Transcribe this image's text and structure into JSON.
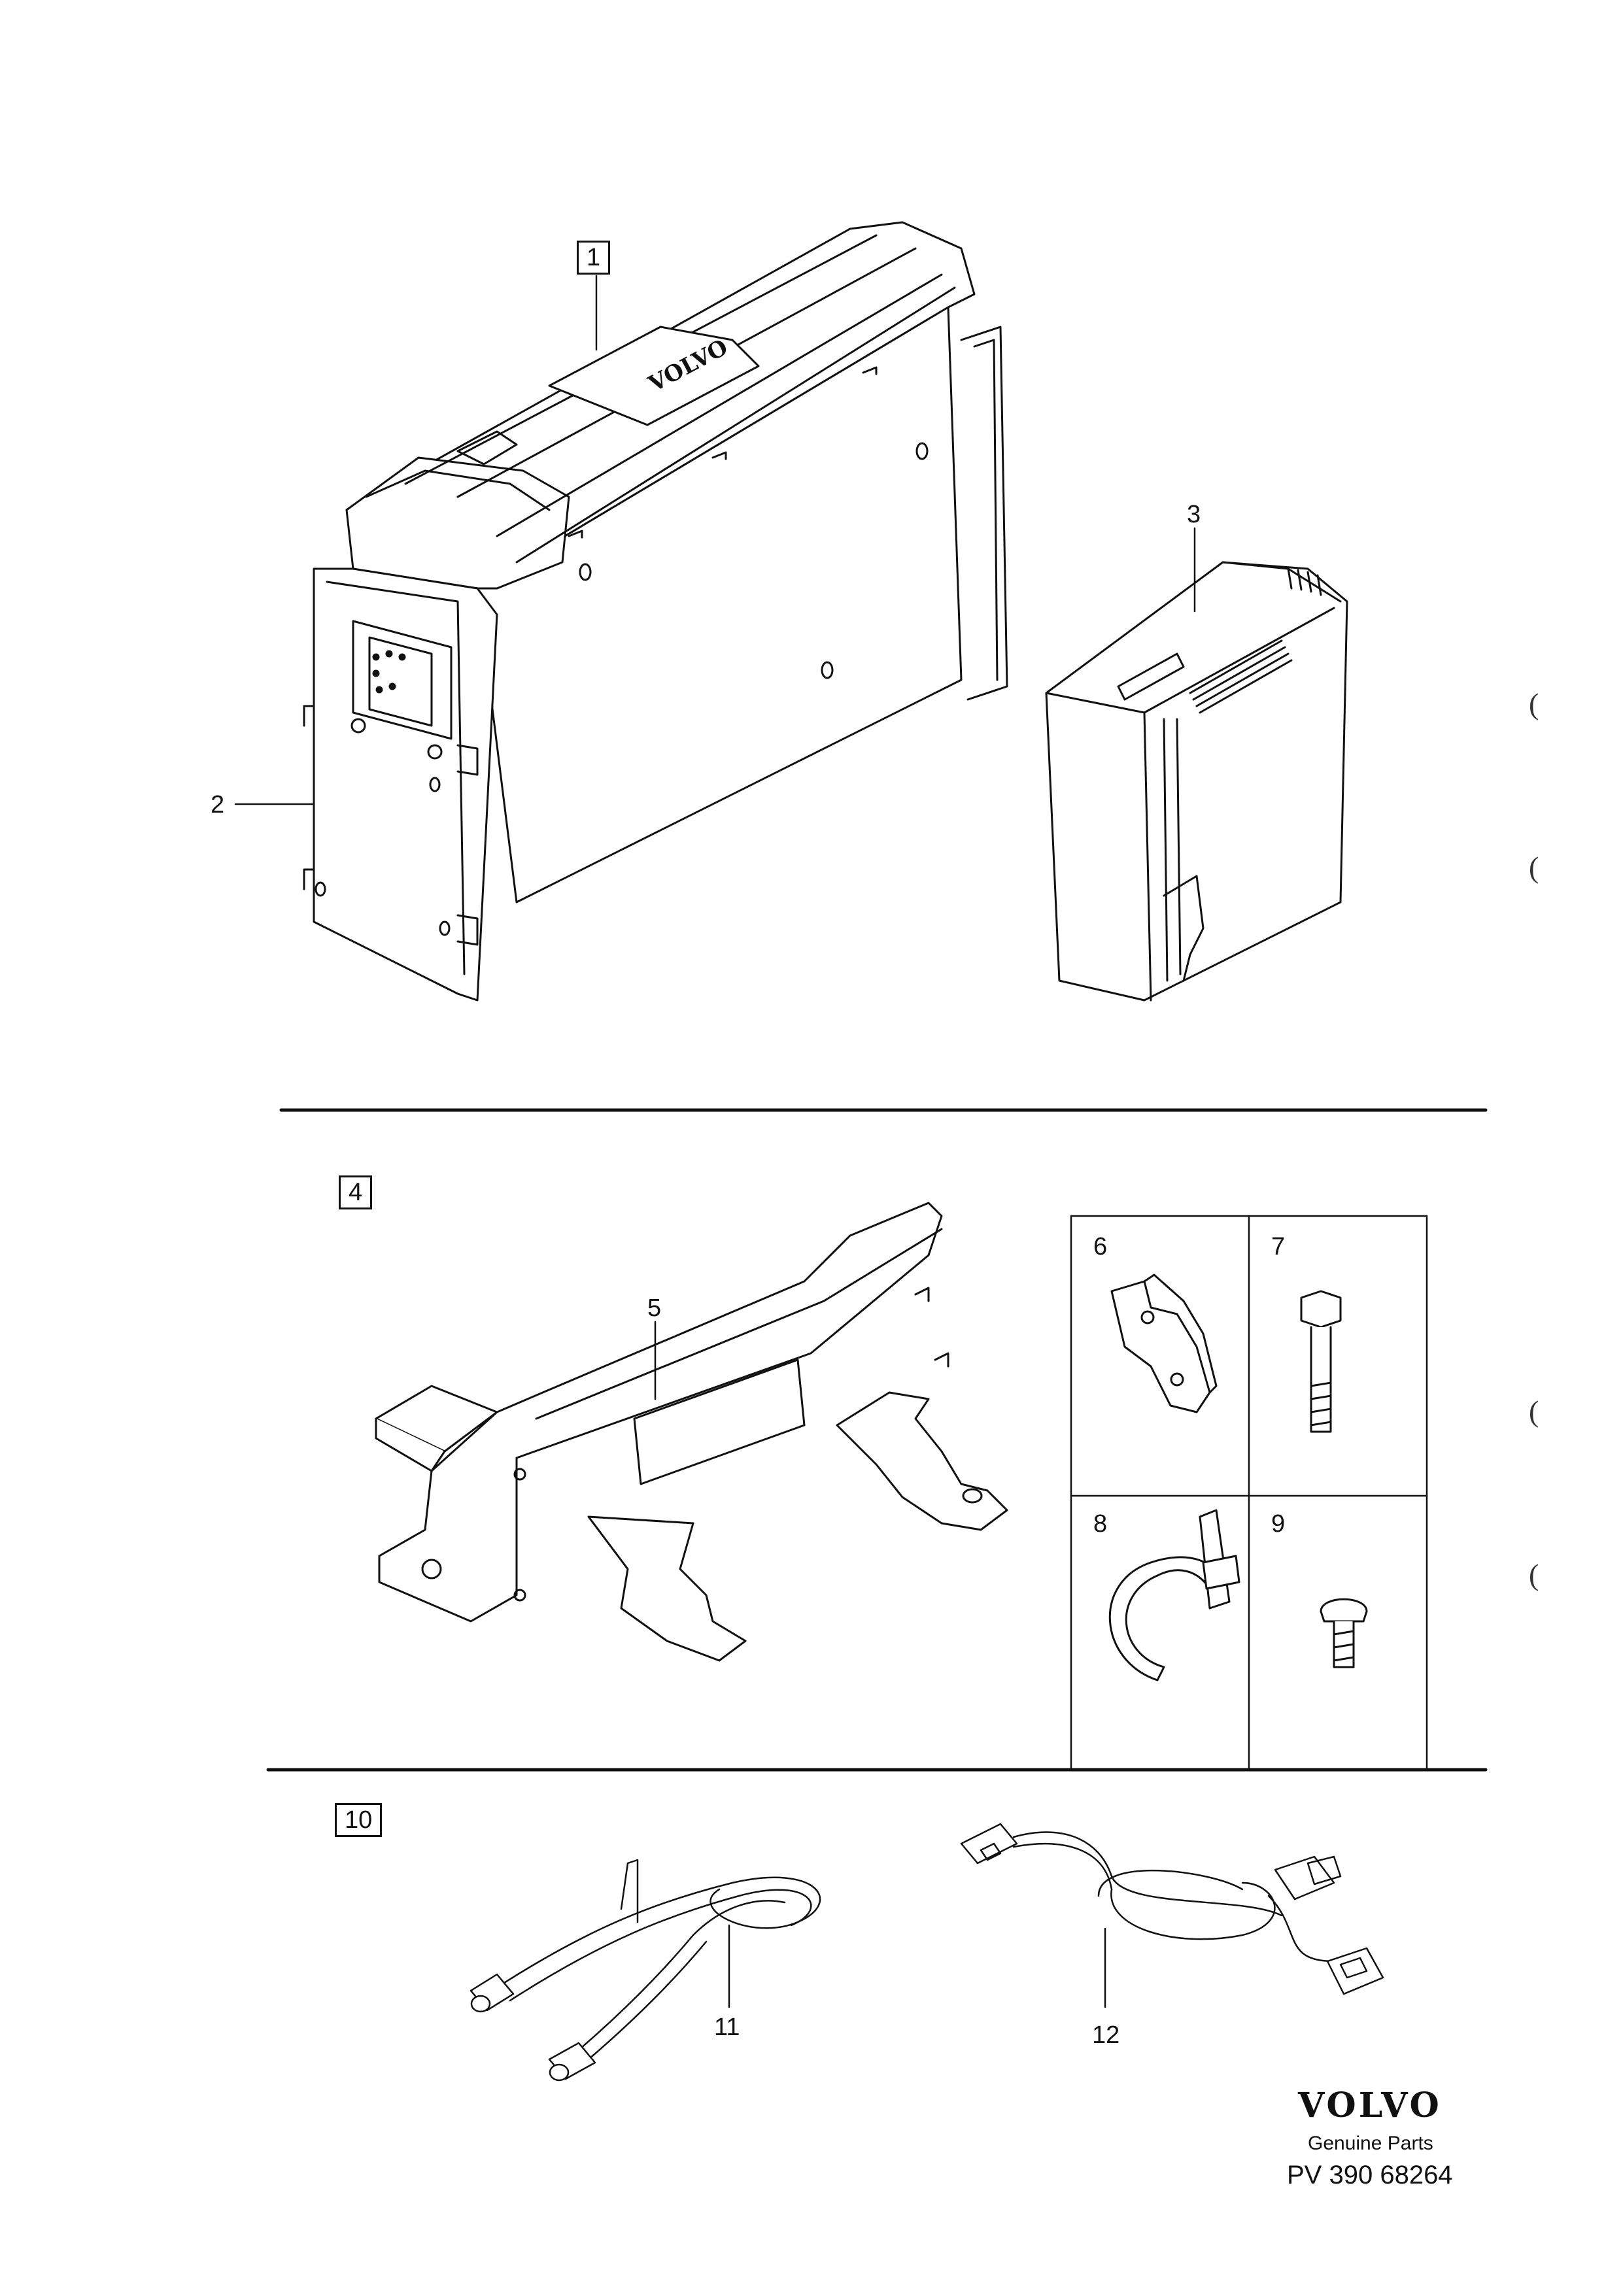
{
  "callouts": {
    "c1": "1",
    "c2": "2",
    "c3": "3",
    "c4": "4",
    "c5": "5",
    "c6": "6",
    "c7": "7",
    "c8": "8",
    "c9": "9",
    "c10": "10",
    "c11": "11",
    "c12": "12"
  },
  "unit_logo_text": "VOLVO",
  "footer": {
    "brand": "VOLVO",
    "tagline": "Genuine Parts",
    "part_number": "PV 390 68264"
  },
  "margin_marks": [
    "(",
    "(",
    "(",
    "("
  ]
}
